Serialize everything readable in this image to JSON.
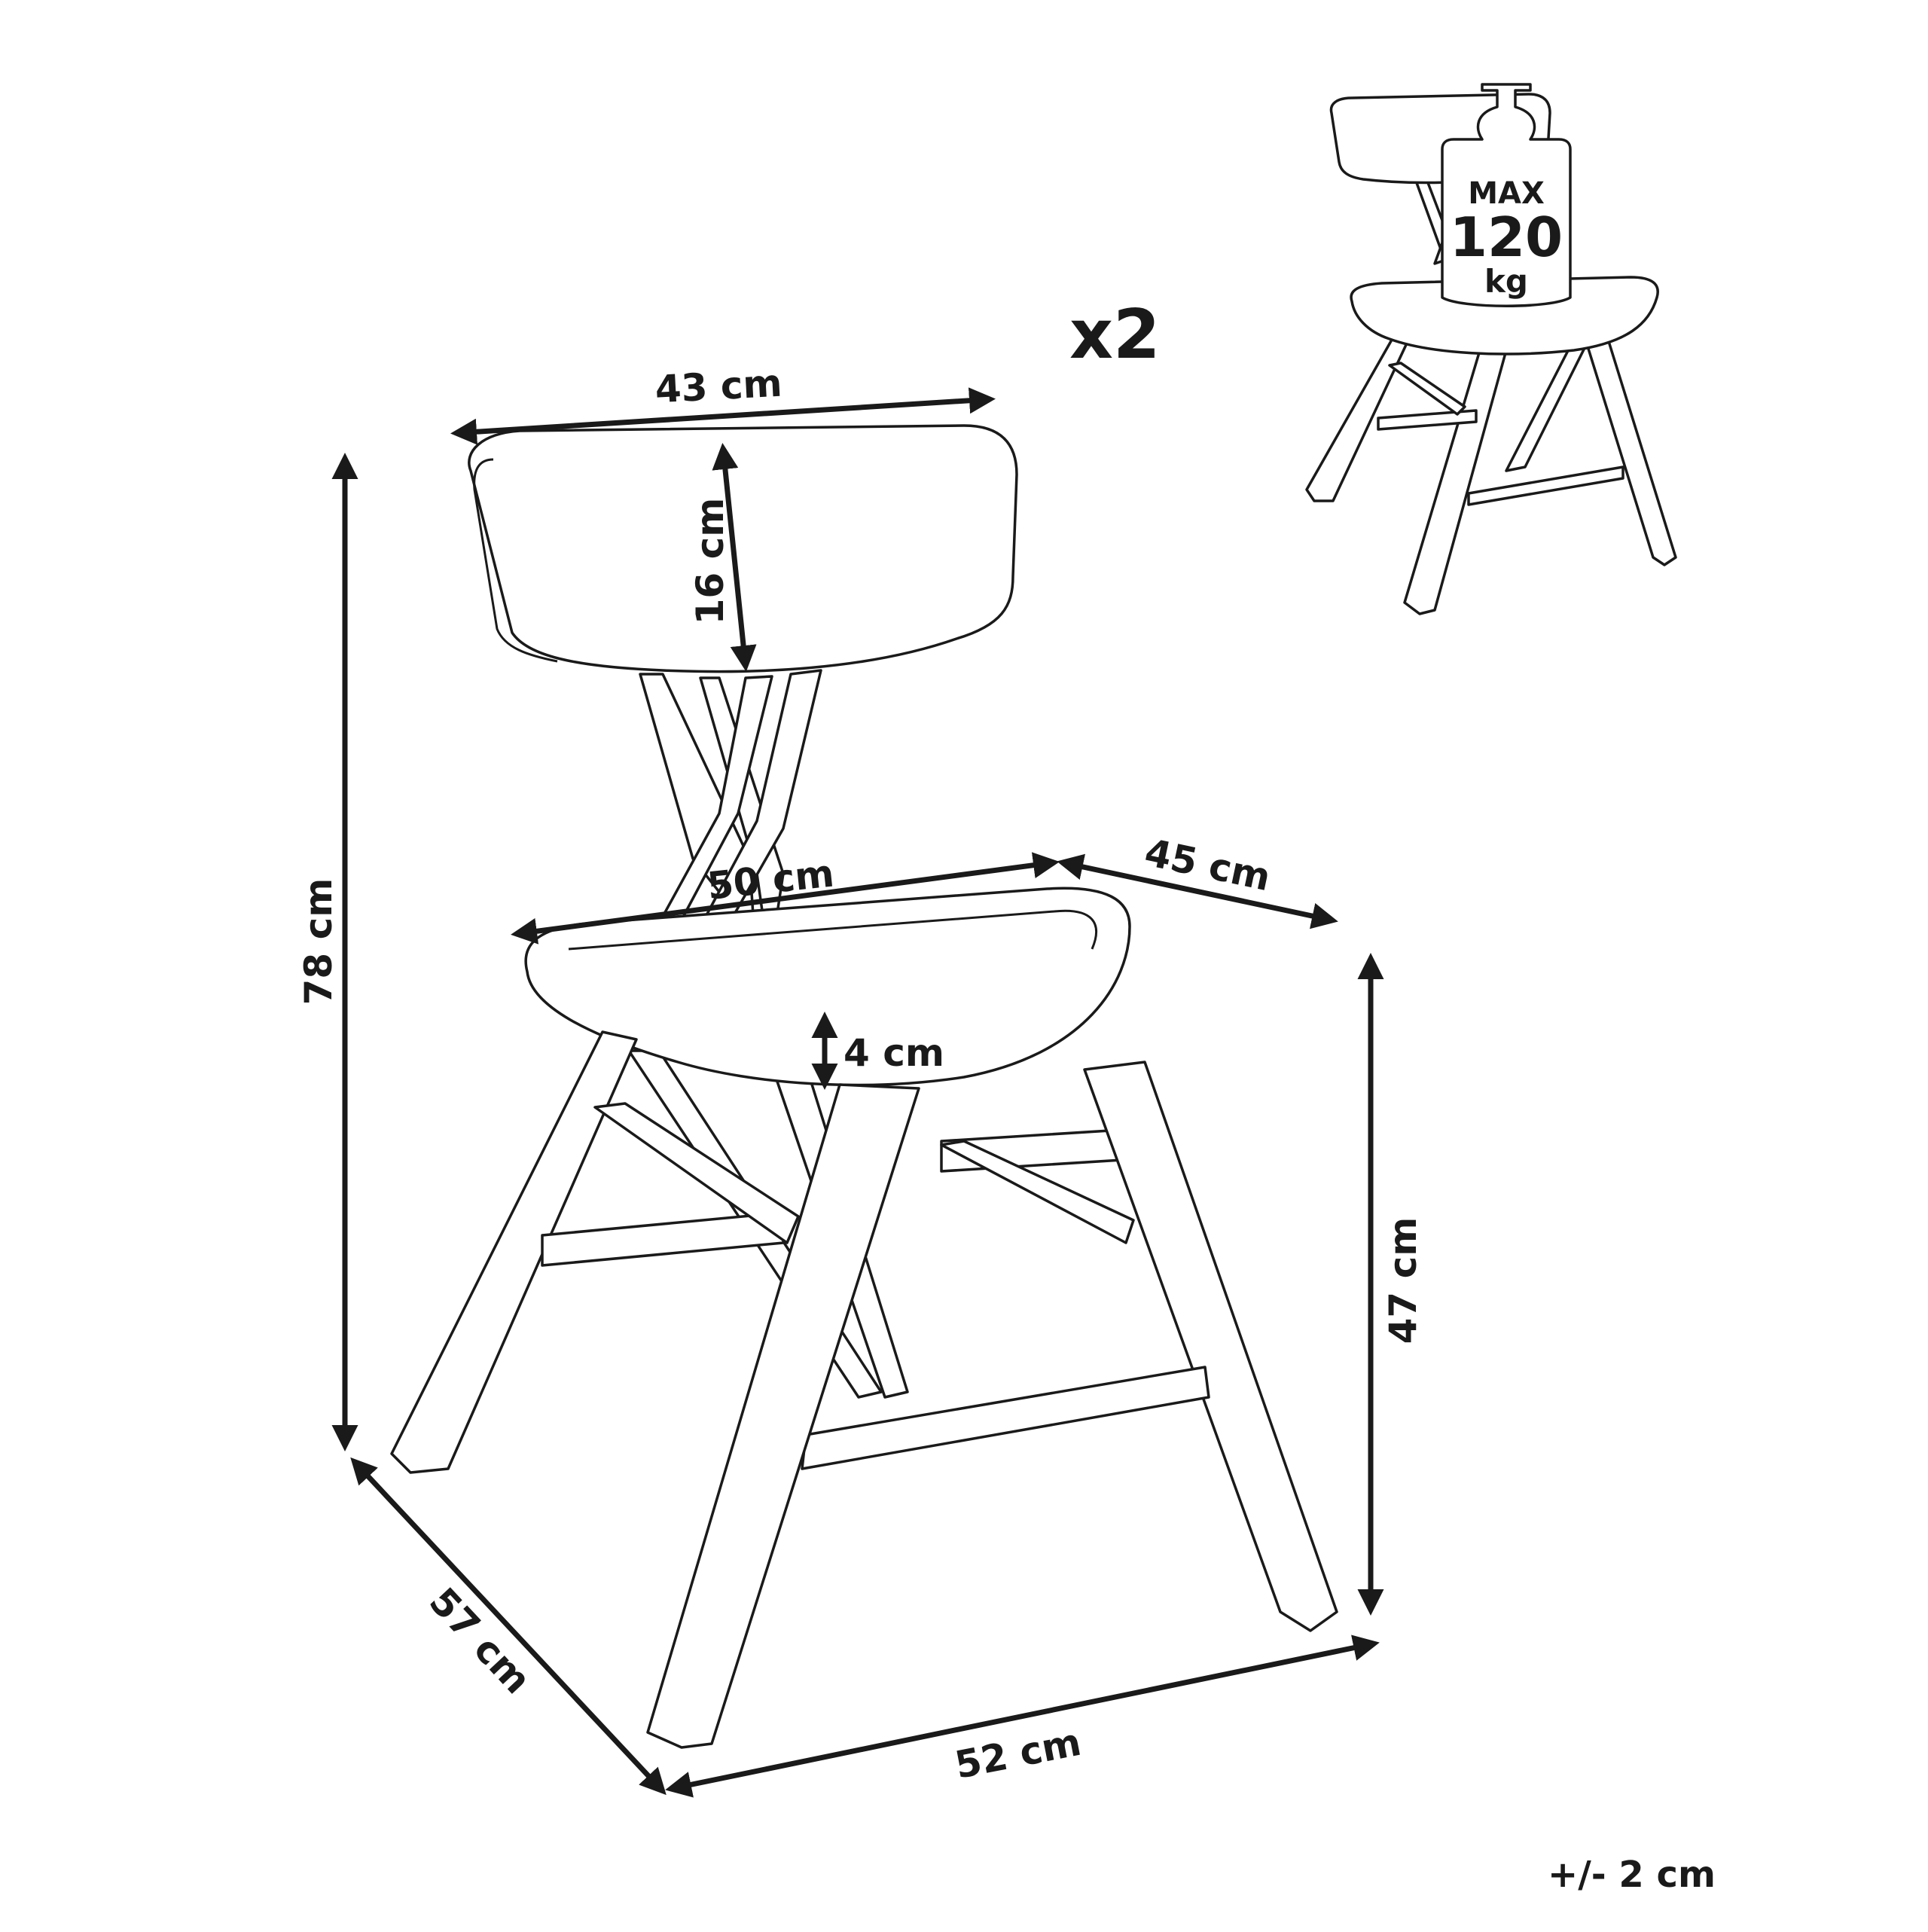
{
  "quantity": "x2",
  "tolerance": "+/- 2 cm",
  "dimensions": {
    "backrest_width": "43 cm",
    "backrest_height": "16 cm",
    "total_height": "78 cm",
    "seat_width": "50 cm",
    "seat_depth": "45 cm",
    "seat_thickness": "4 cm",
    "seat_height": "47 cm",
    "base_depth": "57 cm",
    "base_width": "52 cm"
  },
  "max_load": {
    "label": "MAX",
    "value": "120",
    "unit": "kg"
  }
}
